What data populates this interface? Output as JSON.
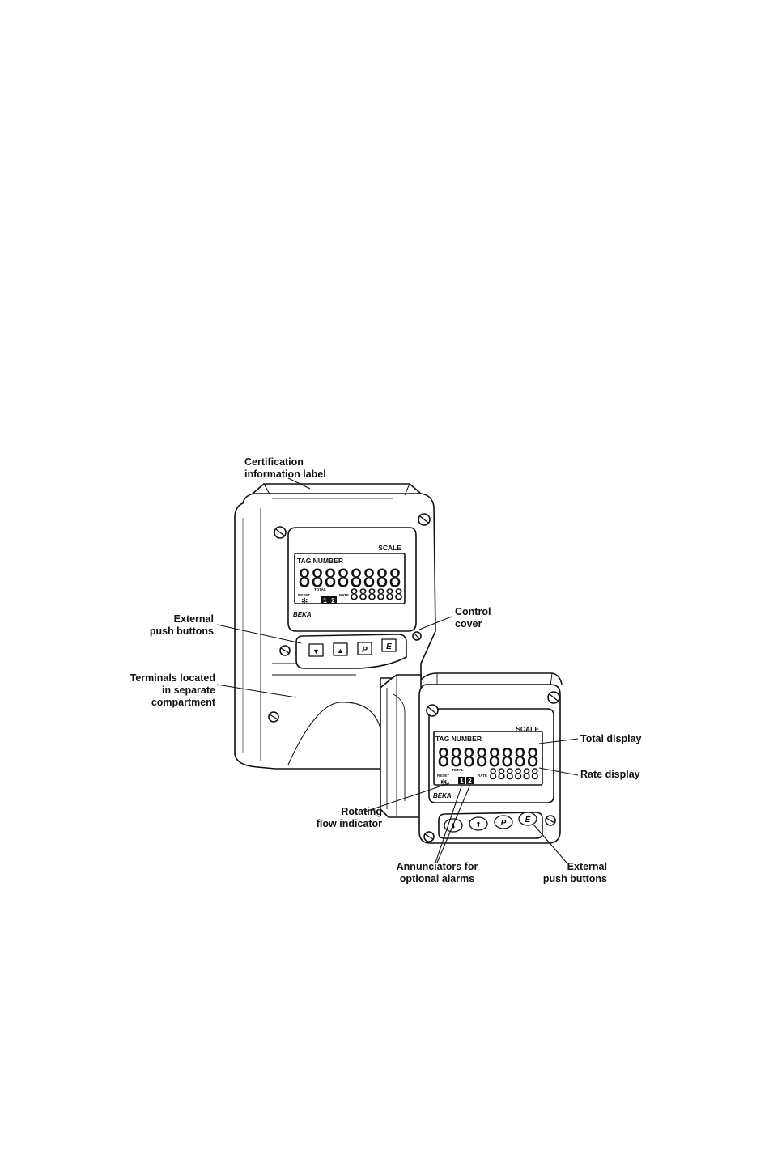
{
  "device_large": {
    "tag_label": "TAG NUMBER",
    "scale_label": "SCALE",
    "total_digits": "88888888",
    "rate_digits": "888888",
    "reset_label": "RESET",
    "total_label": "TOTAL",
    "rate_label": "RATE",
    "alarm_1": "1",
    "alarm_2": "2",
    "brand": "BEKA",
    "buttons": [
      "▼",
      "▲",
      "P",
      "E"
    ]
  },
  "device_small": {
    "tag_label": "TAG NUMBER",
    "scale_label": "SCALE",
    "total_digits": "88888888",
    "rate_digits": "888888",
    "reset_label": "RESET",
    "total_label": "TOTAL",
    "rate_label": "RATE",
    "alarm_1": "1",
    "alarm_2": "2",
    "brand": "BEKA",
    "buttons": [
      "⬇",
      "⬆",
      "P",
      "E"
    ]
  },
  "callouts": {
    "cert_label": [
      "Certification",
      "information label"
    ],
    "ext_buttons_left": [
      "External",
      "push buttons"
    ],
    "control_cover": [
      "Control",
      "cover"
    ],
    "terminals": [
      "Terminals located",
      "in separate",
      "compartment"
    ],
    "total_display": [
      "Total display"
    ],
    "rate_display": [
      "Rate display"
    ],
    "rotating_flow": [
      "Rotating",
      "flow indicator"
    ],
    "annunciators": [
      "Annunciators for",
      "optional alarms"
    ],
    "ext_buttons_right": [
      "External",
      "push buttons"
    ]
  }
}
